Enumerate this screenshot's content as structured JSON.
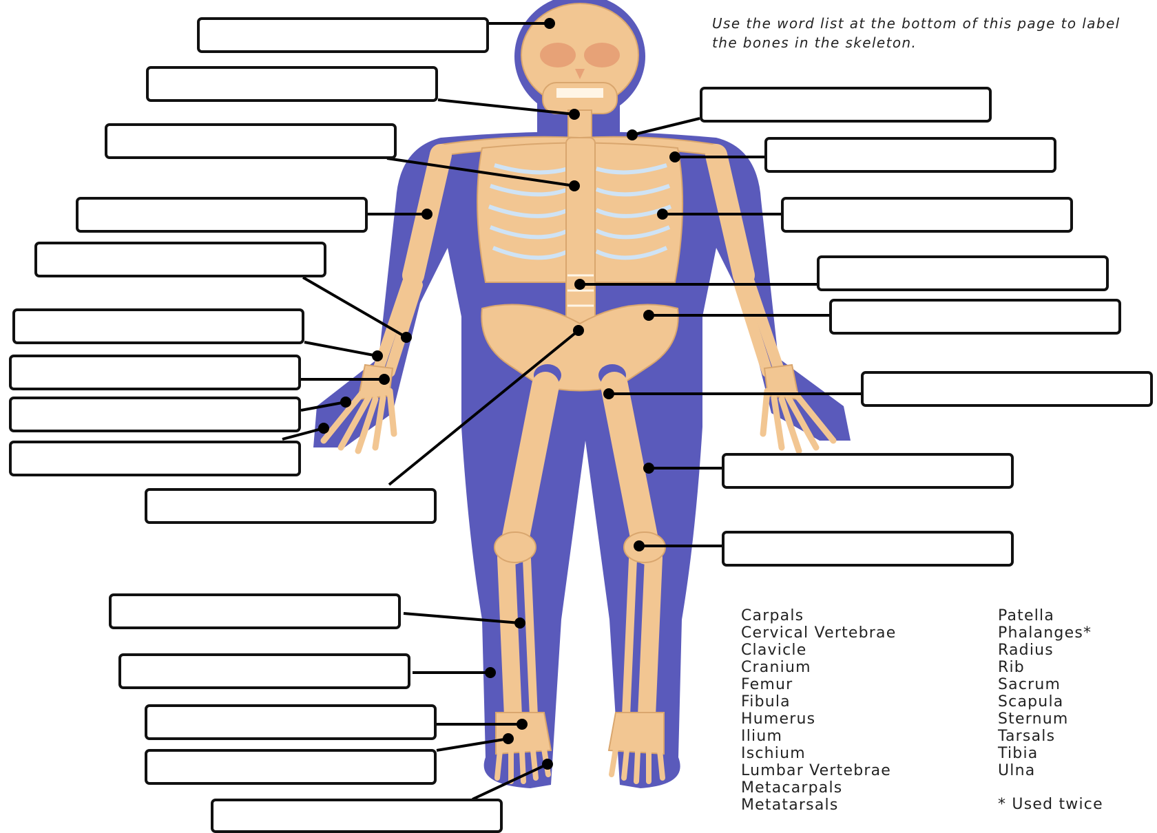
{
  "instructions": "Use the word list at the bottom of this page to label the bones in the skeleton.",
  "word_list": {
    "column_1": [
      "Carpals",
      "Cervical Vertebrae",
      "Clavicle",
      "Cranium",
      "Femur",
      "Fibula",
      "Humerus",
      "Ilium",
      "Ischium",
      "Lumbar Vertebrae",
      "Metacarpals",
      "Metatarsals"
    ],
    "column_2": [
      "Patella",
      "Phalanges*",
      "Radius",
      "Rib",
      "Sacrum",
      "Scapula",
      "Sternum",
      "Tarsals",
      "Tibia",
      "Ulna"
    ]
  },
  "footnote": "* Used twice",
  "colors": {
    "body": "#5a5abb",
    "bone": "#f2c692",
    "bone_edge": "#d9a66e",
    "rib_gap": "#cfe3f5",
    "line": "#000000"
  }
}
